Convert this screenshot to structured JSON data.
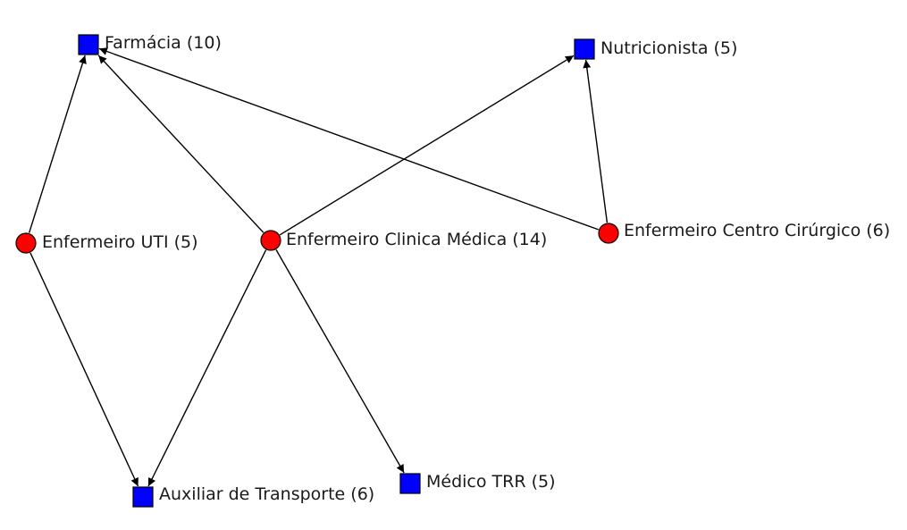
{
  "nodes": [
    {
      "id": "farmacia",
      "label": "Farmácia (10)",
      "shape": "square"
    },
    {
      "id": "nutricionista",
      "label": "Nutricionista (5)",
      "shape": "square"
    },
    {
      "id": "enf_uti",
      "label": "Enfermeiro UTI (5)",
      "shape": "circle"
    },
    {
      "id": "enf_clinica",
      "label": "Enfermeiro Clinica Médica (14)",
      "shape": "circle"
    },
    {
      "id": "enf_centro",
      "label": "Enfermeiro Centro Cirúrgico (6)",
      "shape": "circle"
    },
    {
      "id": "auxiliar",
      "label": "Auxiliar de Transporte (6)",
      "shape": "square"
    },
    {
      "id": "medico",
      "label": "Médico TRR (5)",
      "shape": "square"
    }
  ],
  "edges": [
    {
      "from": "enf_uti",
      "to": "farmacia"
    },
    {
      "from": "enf_uti",
      "to": "auxiliar"
    },
    {
      "from": "enf_clinica",
      "to": "farmacia"
    },
    {
      "from": "enf_clinica",
      "to": "nutricionista"
    },
    {
      "from": "enf_clinica",
      "to": "auxiliar"
    },
    {
      "from": "enf_clinica",
      "to": "medico"
    },
    {
      "from": "enf_centro",
      "to": "farmacia"
    },
    {
      "from": "enf_centro",
      "to": "nutricionista"
    }
  ],
  "colors": {
    "square_fill": "#0000ff",
    "circle_fill": "#ff0000",
    "node_stroke": "#000000",
    "edge": "#000000",
    "label": "#1a1a1a"
  }
}
